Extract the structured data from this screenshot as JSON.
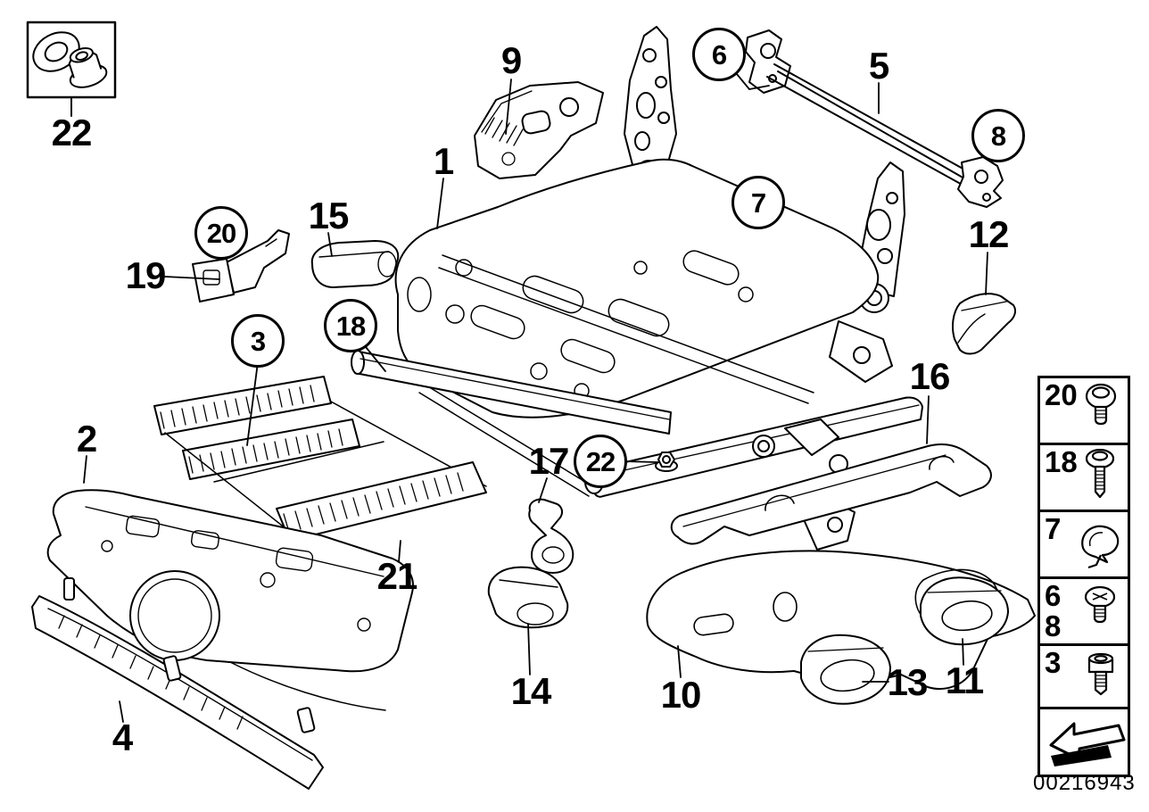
{
  "figure": {
    "code": "00216943"
  },
  "inset": {
    "label": "22",
    "icons": [
      "washer-icon",
      "flange-nut-icon"
    ]
  },
  "callouts": [
    {
      "id": "22-inset",
      "label": "22",
      "circled": false
    },
    {
      "id": "9",
      "label": "9",
      "circled": false
    },
    {
      "id": "6",
      "label": "6",
      "circled": true
    },
    {
      "id": "5",
      "label": "5",
      "circled": false
    },
    {
      "id": "8",
      "label": "8",
      "circled": true
    },
    {
      "id": "1",
      "label": "1",
      "circled": false
    },
    {
      "id": "7",
      "label": "7",
      "circled": true
    },
    {
      "id": "12",
      "label": "12",
      "circled": false
    },
    {
      "id": "15",
      "label": "15",
      "circled": false
    },
    {
      "id": "20",
      "label": "20",
      "circled": true
    },
    {
      "id": "19",
      "label": "19",
      "circled": false
    },
    {
      "id": "3",
      "label": "3",
      "circled": true
    },
    {
      "id": "18",
      "label": "18",
      "circled": true
    },
    {
      "id": "2",
      "label": "2",
      "circled": false
    },
    {
      "id": "16",
      "label": "16",
      "circled": false
    },
    {
      "id": "17",
      "label": "17",
      "circled": false
    },
    {
      "id": "22-rail",
      "label": "22",
      "circled": true
    },
    {
      "id": "21",
      "label": "21",
      "circled": false
    },
    {
      "id": "14",
      "label": "14",
      "circled": false
    },
    {
      "id": "10",
      "label": "10",
      "circled": false
    },
    {
      "id": "13",
      "label": "13",
      "circled": false
    },
    {
      "id": "11",
      "label": "11",
      "circled": false
    },
    {
      "id": "4",
      "label": "4",
      "circled": false
    }
  ],
  "sidebar": {
    "cells": [
      {
        "labels": [
          "20"
        ],
        "icon": "torx-screw-icon"
      },
      {
        "labels": [
          "18"
        ],
        "icon": "long-screw-icon"
      },
      {
        "labels": [
          "7"
        ],
        "icon": "cable-clamp-icon"
      },
      {
        "labels": [
          "6",
          "8"
        ],
        "icon": "phillips-screw-icon"
      },
      {
        "labels": [
          "3"
        ],
        "icon": "socket-head-bolt-icon"
      },
      {
        "labels": [],
        "icon": "direction-arrow-icon"
      }
    ]
  }
}
